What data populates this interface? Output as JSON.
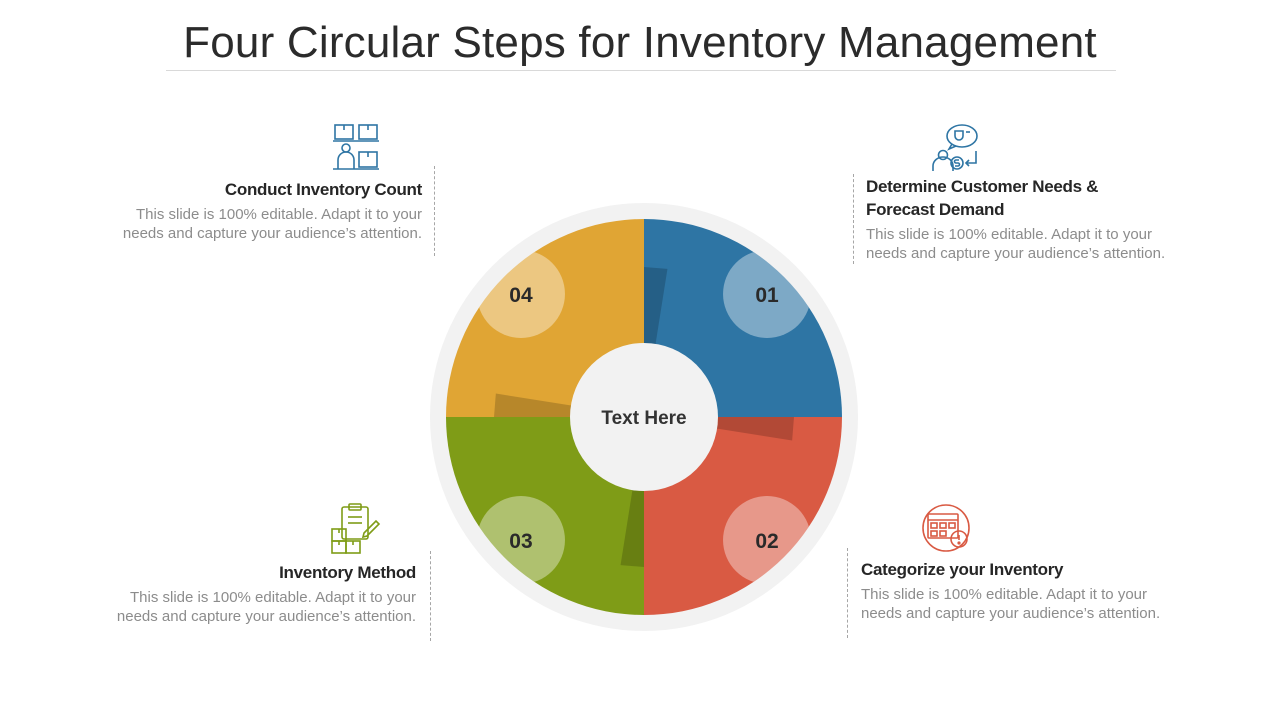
{
  "title": "Four Circular Steps for Inventory Management",
  "center_label": "Text Here",
  "colors": {
    "step1": "#2e75a4",
    "step2": "#d95a43",
    "step3": "#7f9c17",
    "step4": "#e0a534",
    "ring": "#f2f2f2",
    "center": "#f2f2f2"
  },
  "steps": [
    {
      "number": "01",
      "heading": "Determine Customer Needs & Forecast Demand",
      "heading_line1": "Determine Customer Needs &",
      "heading_line2": "Forecast Demand",
      "body_line1": "This slide is 100% editable. Adapt it to your",
      "body_line2": "needs and capture your audience’s attention.",
      "icon": "customer-forecast-icon"
    },
    {
      "number": "02",
      "heading": "Categorize your Inventory",
      "body_line1": "This slide is 100% editable. Adapt it to your",
      "body_line2": "needs and capture your audience’s attention.",
      "icon": "categorize-icon"
    },
    {
      "number": "03",
      "heading": "Inventory Method",
      "body_line1": "This slide is 100% editable. Adapt it to your",
      "body_line2": "needs and capture your audience’s attention.",
      "icon": "clipboard-boxes-icon"
    },
    {
      "number": "04",
      "heading": "Conduct Inventory Count",
      "body_line1": "This slide is 100% editable. Adapt it to your",
      "body_line2": "needs and capture your audience’s attention.",
      "icon": "warehouse-worker-icon"
    }
  ]
}
